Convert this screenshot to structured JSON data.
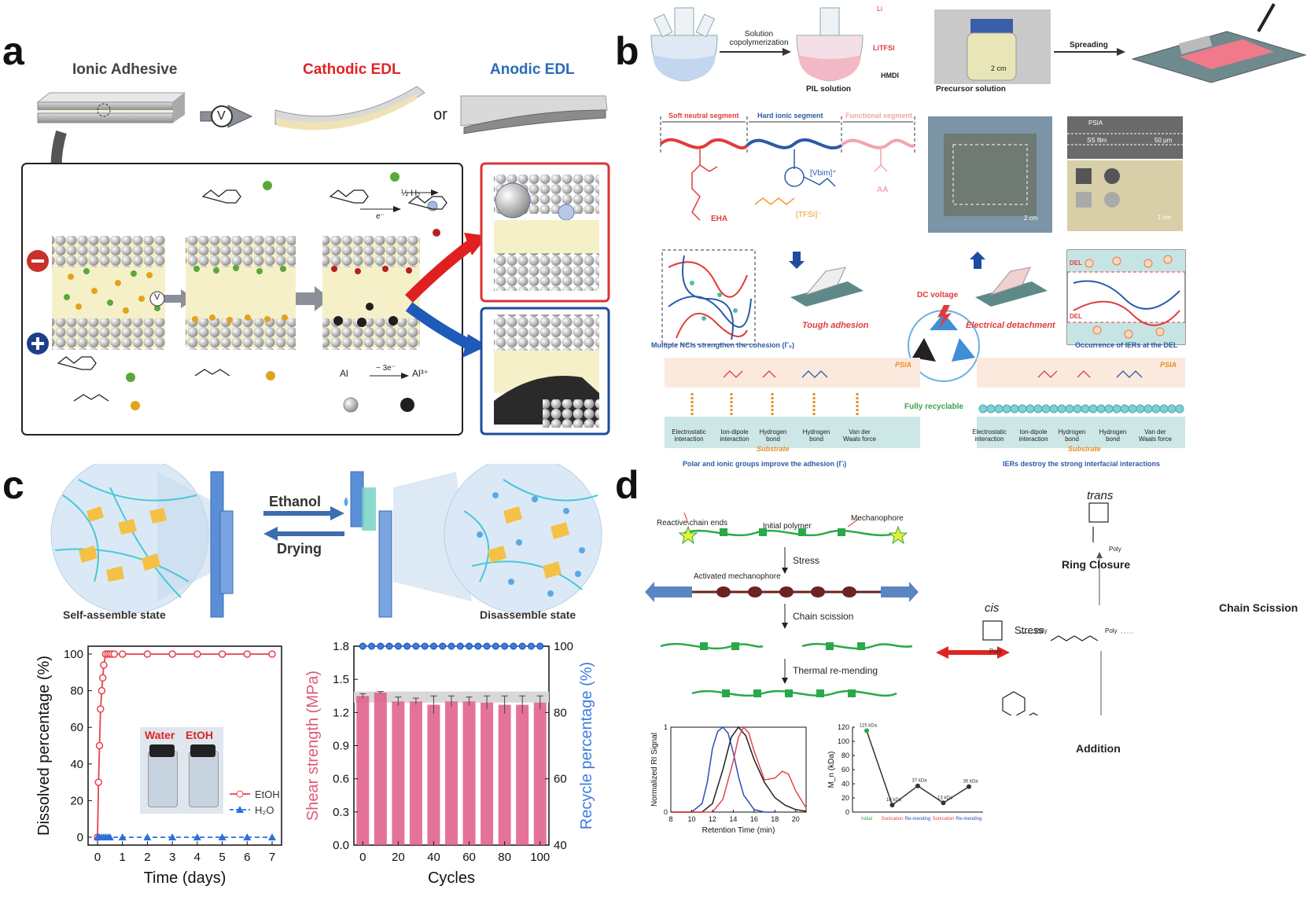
{
  "panels": {
    "a": "a",
    "b": "b",
    "c": "c",
    "d": "d"
  },
  "panel_a": {
    "ionic_adhesive": "Ionic Adhesive",
    "cathodic_edl": "Cathodic EDL",
    "anodic_edl": "Anodic EDL",
    "or": "or",
    "voltage": "V",
    "h2": "½ H₂",
    "electron": "e⁻",
    "al": "Al",
    "three_e": "− 3e⁻",
    "al3": "Al³⁺",
    "minus": "−",
    "plus": "+"
  },
  "panel_b": {
    "solution_copolymerization": "Solution copolymerization",
    "pil_solution": "PIL solution",
    "li": "Li",
    "litfsi": "LiTFSI",
    "hmdi": "HMDI",
    "precursor_solution": "Precursor solution",
    "scale_2cm": "2 cm",
    "spreading": "Spreading",
    "soft_neutral": "Soft neutral segment",
    "hard_ionic": "Hard ionic segment",
    "functional": "Functional segment",
    "eha": "EHA",
    "vbim": "[Vbim]⁺",
    "tfsi": "[TFSI]⁻",
    "aa": "AA",
    "psia": "PSIA",
    "ss_film": "SS film",
    "scale_50um": "50 μm",
    "scale_1cm": "1 cm",
    "tough_adhesion": "Tough adhesion",
    "dc_voltage": "DC voltage",
    "electrical_detachment": "Electrical detachment",
    "multiple_ncis": "Multiple NCIs strengthen the cohesion (Γ₀)",
    "fully_recyclable": "Fully recyclable",
    "occurrence_iers": "Occurrence of IERs at the DEL",
    "del": "DEL",
    "substrate": "Substrate",
    "interactions": [
      "Electrostatic interaction",
      "Ion-dipole interaction",
      "Hydrogen bond",
      "Hydrogen bond",
      "Van der Waals force"
    ],
    "polar_ionic": "Polar and ionic groups improve the adhesion (Γᵢ)",
    "iers_destroy": "IERs destroy the strong interfacial interactions"
  },
  "panel_c": {
    "ethanol": "Ethanol",
    "drying": "Drying",
    "self_assemble": "Self-assemble state",
    "disassemble": "Disassemble state",
    "inset_water": "Water",
    "inset_etoh": "EtOH"
  },
  "panel_d": {
    "reactive_chain_ends": "Reactive chain ends",
    "initial_polymer": "Initial polymer",
    "mechanophore": "Mechanophore",
    "stress": "Stress",
    "activated_mechanophore": "Activated mechanophore",
    "chain_scission": "Chain scission",
    "thermal_remending": "Thermal re-mending",
    "trans": "trans",
    "ring_closure": "Ring Closure",
    "cis": "cis",
    "stress2": "Stress",
    "chain_scission_title": "Chain Scission",
    "addition": "Addition",
    "poly": "Poly"
  },
  "chart_data": [
    {
      "type": "line",
      "xlabel": "Time (days)",
      "ylabel": "Dissolved percentage (%)",
      "xlim": [
        0,
        7
      ],
      "ylim": [
        0,
        100
      ],
      "xticks": [
        0,
        1,
        2,
        3,
        4,
        5,
        6,
        7
      ],
      "yticks": [
        0,
        20,
        40,
        60,
        80,
        100
      ],
      "legend": "center-right",
      "series": [
        {
          "name": "EtOH",
          "color": "#e8414b",
          "marker": "circle",
          "x": [
            0,
            0.04,
            0.08,
            0.12,
            0.17,
            0.21,
            0.25,
            0.33,
            0.42,
            0.5,
            0.58,
            0.67,
            1,
            2,
            3,
            4,
            5,
            6,
            7
          ],
          "y": [
            0,
            30,
            50,
            70,
            80,
            87,
            94,
            100,
            100,
            100,
            100,
            100,
            100,
            100,
            100,
            100,
            100,
            100,
            100
          ]
        },
        {
          "name": "H₂O",
          "color": "#2e6fdb",
          "marker": "triangle",
          "x": [
            0,
            0.08,
            0.17,
            0.25,
            0.33,
            0.42,
            0.5,
            1,
            2,
            3,
            4,
            5,
            6,
            7
          ],
          "y": [
            0,
            0,
            0,
            0,
            0,
            0,
            0,
            0,
            0,
            0,
            0,
            0,
            0,
            0
          ]
        }
      ]
    },
    {
      "type": "bar",
      "xlabel": "Cycles",
      "ylabel": "Shear strength (MPa)",
      "y2label": "Recycle percentage (%)",
      "xlim": [
        -5,
        105
      ],
      "ylim": [
        0,
        1.8
      ],
      "y2lim": [
        40,
        100
      ],
      "xticks": [
        0,
        20,
        40,
        60,
        80,
        100
      ],
      "yticks": [
        0,
        0.3,
        0.6,
        0.9,
        1.2,
        1.5,
        1.8
      ],
      "y2ticks": [
        40,
        60,
        80,
        100
      ],
      "x": [
        0,
        10,
        20,
        30,
        40,
        50,
        60,
        70,
        80,
        90,
        100
      ],
      "values": [
        1.35,
        1.38,
        1.3,
        1.3,
        1.27,
        1.3,
        1.3,
        1.29,
        1.27,
        1.27,
        1.29
      ],
      "errors": [
        0.02,
        0.01,
        0.04,
        0.03,
        0.08,
        0.05,
        0.04,
        0.06,
        0.08,
        0.08,
        0.06
      ],
      "recycle": [
        100,
        100,
        100,
        100,
        100,
        100,
        100,
        100,
        100,
        100,
        100,
        100,
        100,
        100,
        100,
        100,
        100,
        100,
        100,
        100,
        100
      ],
      "recycle_x": [
        0,
        5,
        10,
        15,
        20,
        25,
        30,
        35,
        40,
        45,
        50,
        55,
        60,
        65,
        70,
        75,
        80,
        85,
        90,
        95,
        100
      ],
      "bar_color": "#e05a86",
      "line_color": "#3a7de0"
    },
    {
      "type": "line",
      "xlabel": "Retention Time (min)",
      "ylabel": "Normalized RI Signal",
      "xlim": [
        8,
        21
      ],
      "ylim": [
        0,
        1
      ],
      "xticks": [
        8,
        10,
        12,
        14,
        16,
        18,
        20
      ],
      "yticks": [
        0,
        1
      ],
      "series": [
        {
          "color": "#2b4fb5",
          "x": [
            8,
            10,
            11,
            11.5,
            12,
            12.5,
            13,
            13.5,
            14,
            14.5,
            15,
            16,
            17,
            18
          ],
          "y": [
            0,
            0,
            0.1,
            0.35,
            0.75,
            0.95,
            1.0,
            0.93,
            0.7,
            0.42,
            0.2,
            0.03,
            0,
            0
          ]
        },
        {
          "color": "#222222",
          "x": [
            8,
            11,
            12,
            13,
            13.8,
            14.5,
            15.2,
            16,
            17,
            18,
            19,
            20,
            21
          ],
          "y": [
            0,
            0,
            0.1,
            0.5,
            0.88,
            1.0,
            0.9,
            0.62,
            0.35,
            0.17,
            0.08,
            0.03,
            0.01
          ]
        },
        {
          "color": "#e24848",
          "x": [
            8,
            12,
            13,
            14,
            14.5,
            15,
            15.5,
            16,
            17,
            18,
            18.7,
            19.3,
            20,
            21
          ],
          "y": [
            0,
            0,
            0.15,
            0.6,
            0.88,
            1.0,
            0.93,
            0.72,
            0.38,
            0.4,
            0.48,
            0.45,
            0.25,
            0.05
          ]
        }
      ]
    },
    {
      "type": "line",
      "ylabel": "M_n (kDa)",
      "ylim": [
        0,
        120
      ],
      "yticks": [
        0,
        20,
        40,
        60,
        80,
        100,
        120
      ],
      "categories": [
        "Initial",
        "Sonication",
        "Re-mending",
        "Sonication",
        "Re-mending"
      ],
      "category_colors": [
        "#2aa84a",
        "#e24848",
        "#2b4fb5",
        "#e24848",
        "#2b4fb5"
      ],
      "values": [
        115,
        10,
        37,
        13,
        36
      ],
      "data_labels": [
        "115 kDa",
        "10 kDa",
        "37 kDa",
        "13 kDa",
        "36 kDa"
      ],
      "point_colors": [
        "#2aa84a",
        "#333333",
        "#333333",
        "#333333",
        "#333333"
      ]
    }
  ]
}
